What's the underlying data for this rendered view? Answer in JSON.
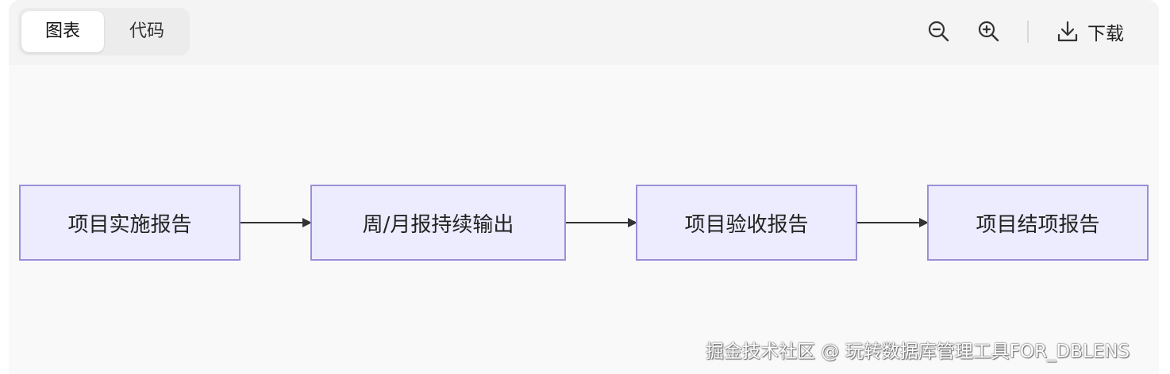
{
  "tabs": {
    "chart": "图表",
    "code": "代码"
  },
  "toolbar": {
    "zoom_out_icon": "zoom-out-icon",
    "zoom_in_icon": "zoom-in-icon",
    "download_icon": "download-icon",
    "download_label": "下载"
  },
  "diagram": {
    "nodes": [
      {
        "id": "n1",
        "label": "项目实施报告"
      },
      {
        "id": "n2",
        "label": "周/月报持续输出"
      },
      {
        "id": "n3",
        "label": "项目验收报告"
      },
      {
        "id": "n4",
        "label": "项目结项报告"
      }
    ],
    "edges": [
      {
        "from": "n1",
        "to": "n2"
      },
      {
        "from": "n2",
        "to": "n3"
      },
      {
        "from": "n3",
        "to": "n4"
      }
    ],
    "colors": {
      "node_fill": "#ececfe",
      "node_border": "#9b8fd6",
      "edge": "#333333"
    }
  },
  "watermark": "掘金技术社区 @ 玩转数据库管理工具FOR_DBLENS"
}
